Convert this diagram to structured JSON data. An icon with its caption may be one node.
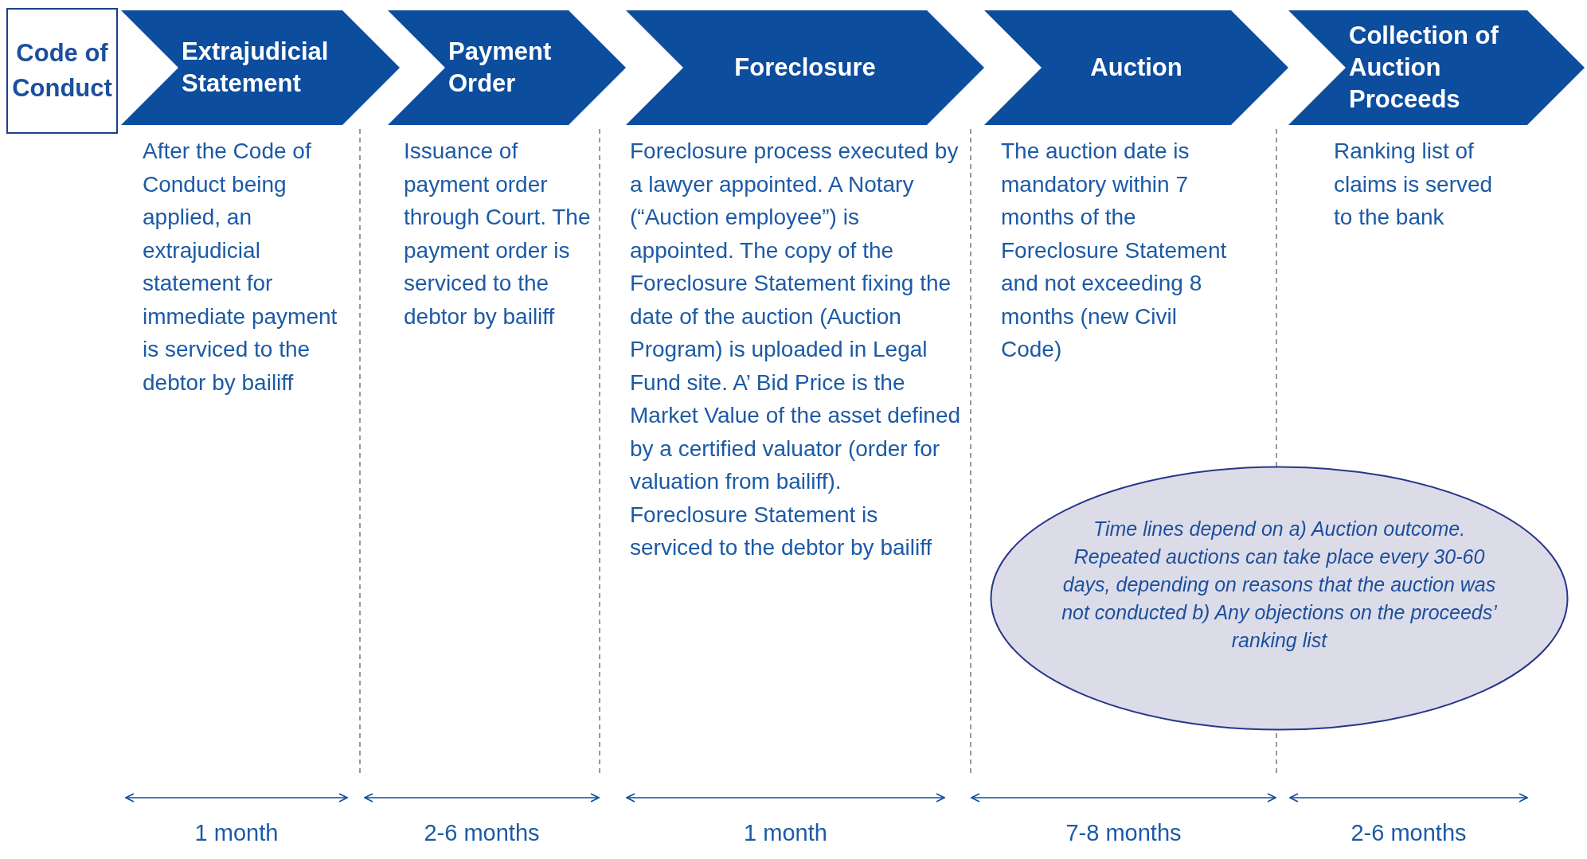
{
  "diagram": {
    "nodes": [
      {
        "text": [
          "Code of Conduct"
        ]
      },
      {
        "text": [
          "Extrajudicial Statement",
          "After the Code of Conduct being applied, an extrajudicial statement for immediate payment is serviced to the debtor by bailiff"
        ]
      },
      {
        "text": [
          "Payment Order",
          "Issuance of payment order through Court. The payment order is serviced to the debtor by bailiff"
        ]
      },
      {
        "text": [
          "Foreclosure",
          "Foreclosure process executed by a lawyer appointed. A Notary (“Auction employee”) is appointed. The copy of the Foreclosure Statement fixing the date of the auction (Auction Program) is uploaded in Legal Fund site. A’ Bid Price is the Market Value of the asset defined by a certified valuator (order for valuation from bailiff). Foreclosure Statement is serviced to the debtor by bailiff"
        ]
      },
      {
        "text": [
          "Auction",
          "The auction date is mandatory within 7 months of the Foreclosure Statement and not exceeding 8 months (new Civil Code)"
        ]
      },
      {
        "text": [
          "Collection of Auction Proceeds",
          "Ranking list of claims is served to the bank"
        ]
      },
      {
        "text": [
          "Time lines depend on a) Auction outcome. Repeated auctions can take place every 30-60 days, depending on reasons that the auction was not conducted b) Any objections on the proceeds’ ranking list"
        ]
      }
    ],
    "labels": [
      "1 month",
      "2-6 months",
      "1 month",
      "7-8 months",
      "2-6 months"
    ]
  }
}
